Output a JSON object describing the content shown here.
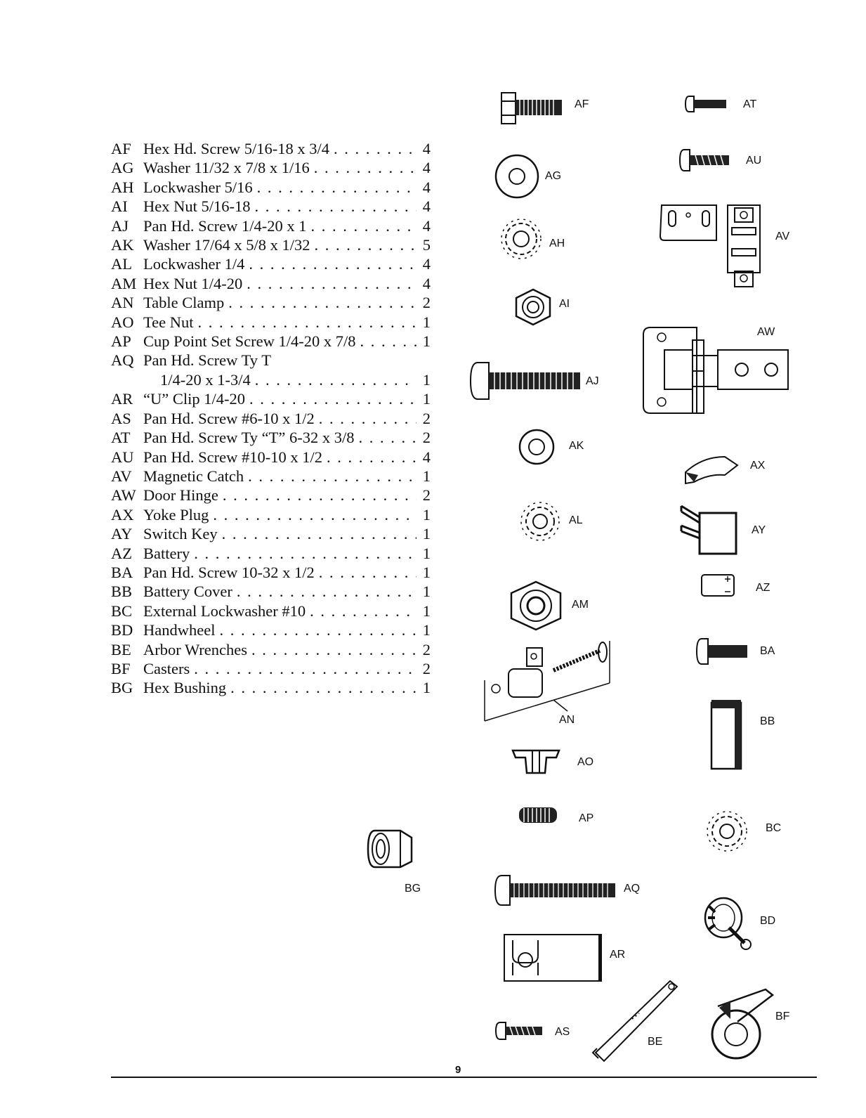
{
  "parts": [
    {
      "code": "AF",
      "desc": "Hex Hd. Screw 5/16-18 x 3/4",
      "qty": "4"
    },
    {
      "code": "AG",
      "desc": "Washer 11/32 x 7/8 x 1/16",
      "qty": "4"
    },
    {
      "code": "AH",
      "desc": "Lockwasher 5/16",
      "qty": "4"
    },
    {
      "code": "AI",
      "desc": "Hex Nut 5/16-18",
      "qty": "4"
    },
    {
      "code": "AJ",
      "desc": "Pan Hd. Screw 1/4-20 x 1",
      "qty": "4"
    },
    {
      "code": "AK",
      "desc": "Washer 17/64 x 5/8 x 1/32",
      "qty": "5"
    },
    {
      "code": "AL",
      "desc": "Lockwasher 1/4",
      "qty": "4"
    },
    {
      "code": "AM",
      "desc": "Hex Nut 1/4-20",
      "qty": "4"
    },
    {
      "code": "AN",
      "desc": "Table Clamp",
      "qty": "2"
    },
    {
      "code": "AO",
      "desc": "Tee Nut",
      "qty": "1"
    },
    {
      "code": "AP",
      "desc": "Cup Point Set Screw 1/4-20 x 7/8",
      "qty": "1"
    },
    {
      "code": "AQ",
      "desc": "Pan Hd. Screw Ty T",
      "qty": ""
    },
    {
      "code": "",
      "desc": "1/4-20 x 1-3/4",
      "qty": "1"
    },
    {
      "code": "AR",
      "desc": "“U” Clip 1/4-20",
      "qty": "1"
    },
    {
      "code": "AS",
      "desc": "Pan Hd. Screw #6-10 x 1/2",
      "qty": "2"
    },
    {
      "code": "AT",
      "desc": "Pan Hd. Screw Ty “T” 6-32 x 3/8",
      "qty": "2"
    },
    {
      "code": "AU",
      "desc": "Pan Hd. Screw #10-10 x 1/2",
      "qty": "4"
    },
    {
      "code": "AV",
      "desc": "Magnetic Catch",
      "qty": "1"
    },
    {
      "code": "AW",
      "desc": "Door Hinge",
      "qty": "2"
    },
    {
      "code": "AX",
      "desc": "Yoke Plug",
      "qty": "1"
    },
    {
      "code": "AY",
      "desc": "Switch Key",
      "qty": "1"
    },
    {
      "code": "AZ",
      "desc": "Battery",
      "qty": "1"
    },
    {
      "code": "BA",
      "desc": "Pan Hd. Screw 10-32 x 1/2",
      "qty": "1"
    },
    {
      "code": "BB",
      "desc": "Battery Cover",
      "qty": "1"
    },
    {
      "code": "BC",
      "desc": "External Lockwasher #10",
      "qty": "1"
    },
    {
      "code": "BD",
      "desc": "Handwheel",
      "qty": "1"
    },
    {
      "code": "BE",
      "desc": "Arbor Wrenches",
      "qty": "2"
    },
    {
      "code": "BF",
      "desc": "Casters",
      "qty": "2"
    },
    {
      "code": "BG",
      "desc": "Hex Bushing",
      "qty": "1"
    }
  ],
  "labels": {
    "AF": "AF",
    "AG": "AG",
    "AH": "AH",
    "AI": "AI",
    "AJ": "AJ",
    "AK": "AK",
    "AL": "AL",
    "AM": "AM",
    "AN": "AN",
    "AO": "AO",
    "AP": "AP",
    "AQ": "AQ",
    "AR": "AR",
    "AS": "AS",
    "AT": "AT",
    "AU": "AU",
    "AV": "AV",
    "AW": "AW",
    "AX": "AX",
    "AY": "AY",
    "AZ": "AZ",
    "BA": "BA",
    "BB": "BB",
    "BC": "BC",
    "BD": "BD",
    "BE": "BE",
    "BF": "BF",
    "BG": "BG"
  },
  "page_number": "9"
}
